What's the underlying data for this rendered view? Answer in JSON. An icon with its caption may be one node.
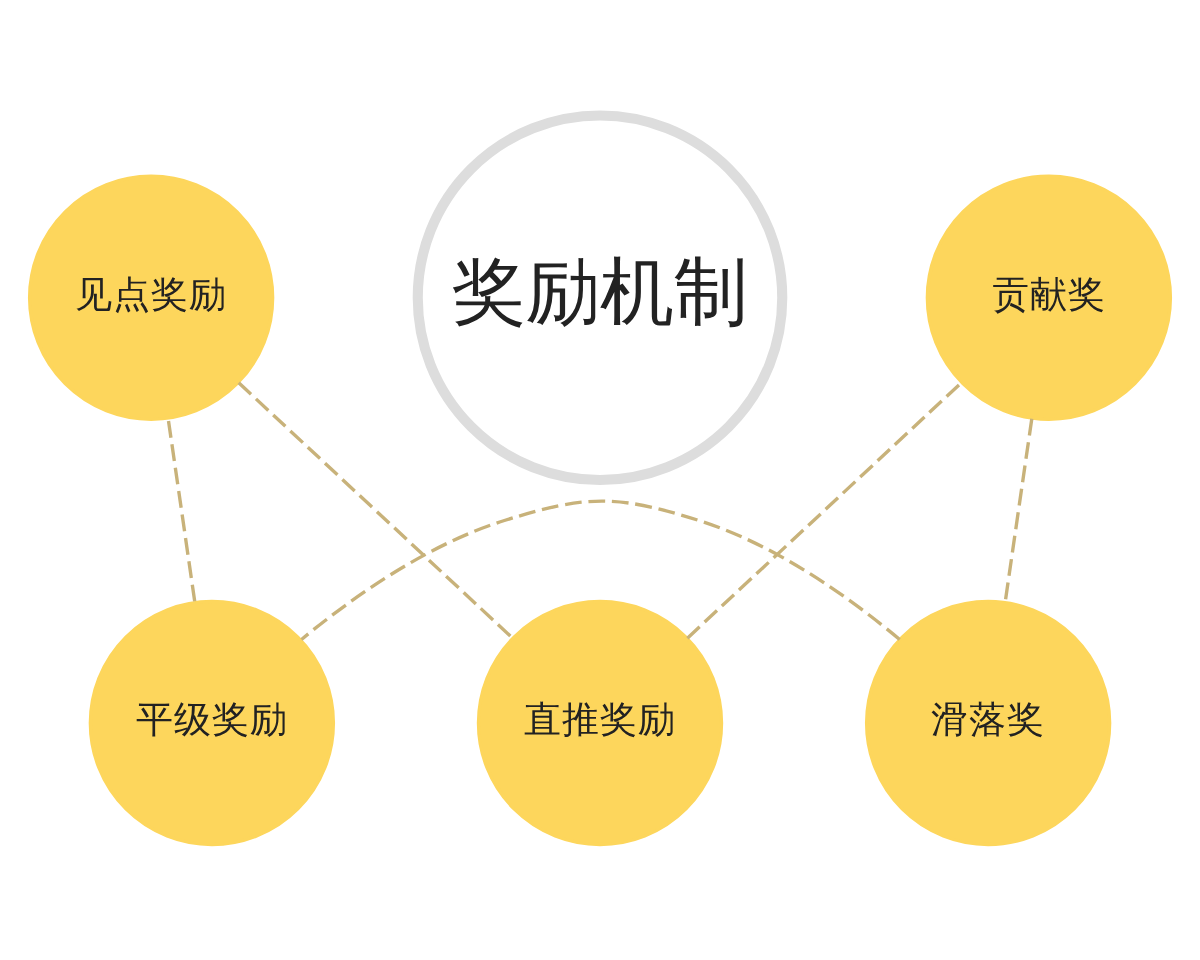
{
  "diagram": {
    "nodes": [
      {
        "text": [
          "奖励机制"
        ]
      },
      {
        "text": [
          "直推奖励"
        ]
      },
      {
        "text": [
          "贡献奖"
        ]
      },
      {
        "text": [
          "滑落奖"
        ]
      },
      {
        "text": [
          "平级奖励"
        ]
      },
      {
        "text": [
          "见点奖励"
        ]
      }
    ],
    "edges": [
      {
        "from": 1,
        "to": 2,
        "arrow": "none",
        "style": "dashed"
      },
      {
        "from": 2,
        "to": 3,
        "arrow": "none",
        "style": "dashed"
      },
      {
        "from": 3,
        "to": 4,
        "arrow": "none",
        "style": "dashed"
      },
      {
        "from": 4,
        "to": 5,
        "arrow": "none",
        "style": "dashed"
      },
      {
        "from": 5,
        "to": 1,
        "arrow": "none",
        "style": "dashed"
      }
    ]
  }
}
